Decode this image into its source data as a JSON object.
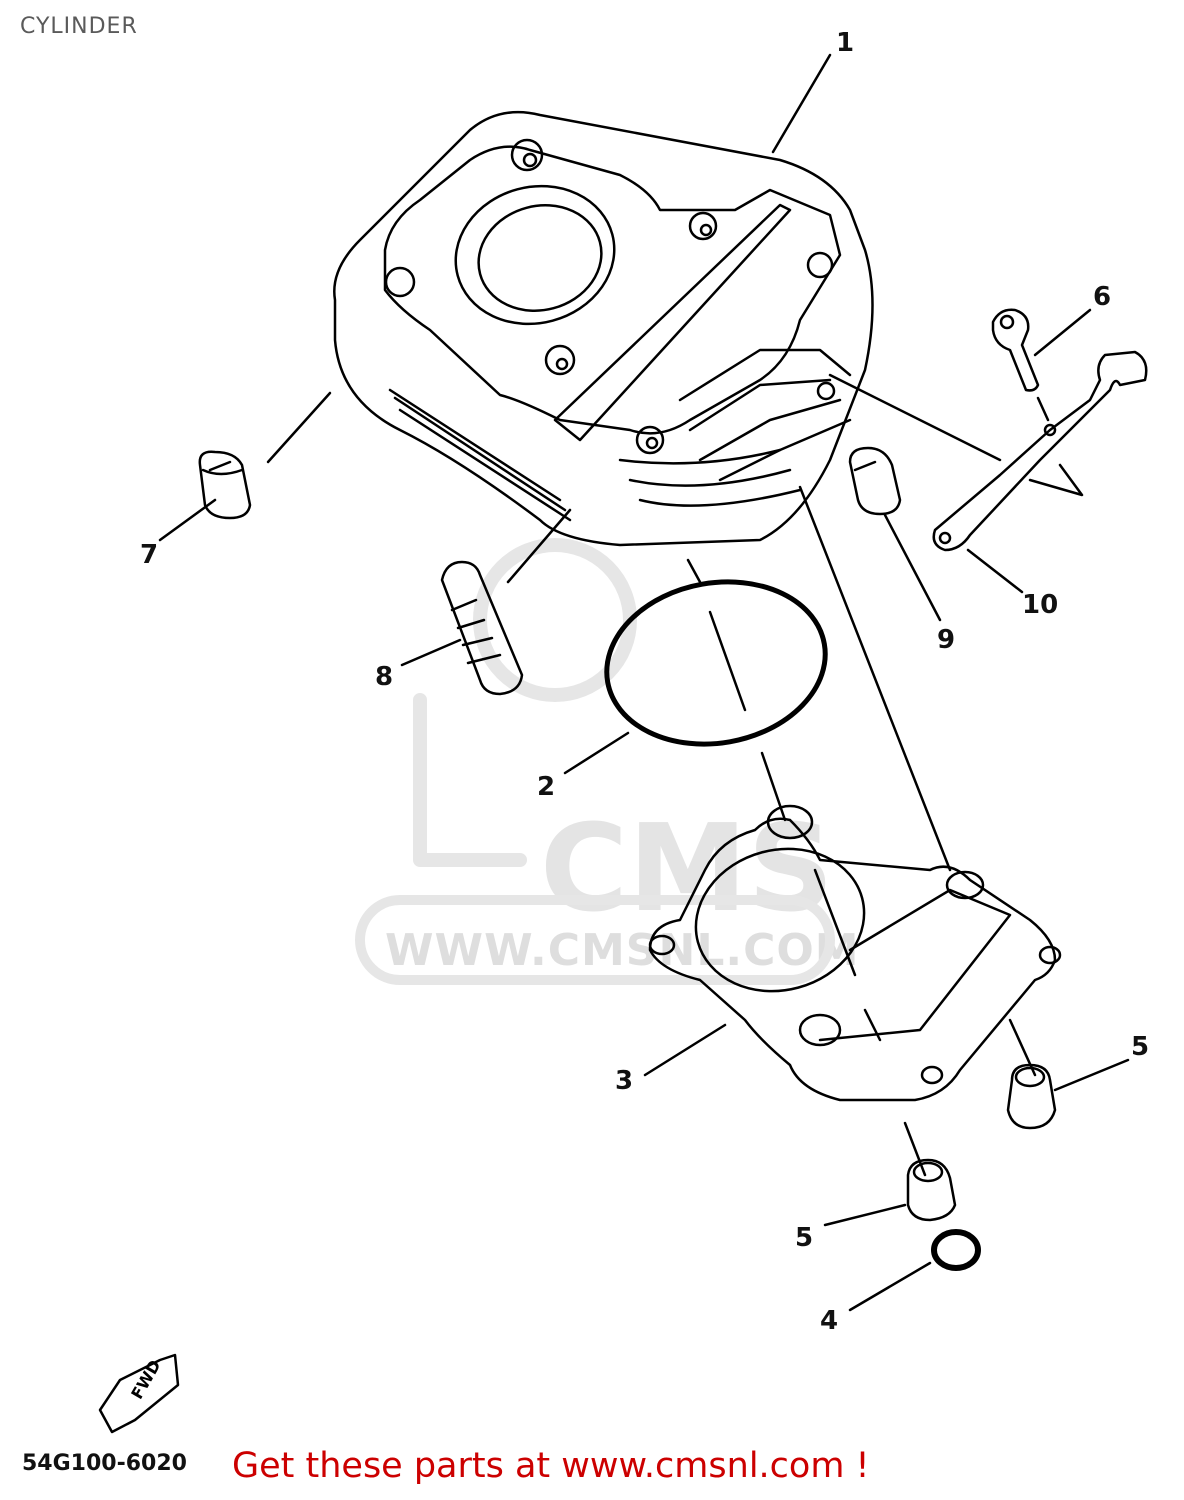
{
  "title": "CYLINDER",
  "diagram_code": "54G100-6020",
  "promo_text": "Get these parts at www.cmsnl.com !",
  "watermark": {
    "logo_text": "CMS",
    "url_text": "WWW.CMSNL.COM"
  },
  "orientation_marker": {
    "label": "FWD"
  },
  "callouts": [
    {
      "id": "1",
      "label": "1",
      "part": "cylinder"
    },
    {
      "id": "2",
      "label": "2",
      "part": "o-ring"
    },
    {
      "id": "3",
      "label": "3",
      "part": "cylinder gasket"
    },
    {
      "id": "4",
      "label": "4",
      "part": "o-ring (small)"
    },
    {
      "id": "5a",
      "label": "5",
      "part": "dowel pin"
    },
    {
      "id": "5b",
      "label": "5",
      "part": "dowel pin"
    },
    {
      "id": "6",
      "label": "6",
      "part": "bolt"
    },
    {
      "id": "7",
      "label": "7",
      "part": "plug"
    },
    {
      "id": "8",
      "label": "8",
      "part": "stud / pin"
    },
    {
      "id": "9",
      "label": "9",
      "part": "plug"
    },
    {
      "id": "10",
      "label": "10",
      "part": "bracket / holder"
    }
  ],
  "colors": {
    "line": "#000000",
    "promo": "#cc0000",
    "title": "#5a5a5a",
    "watermark": "#e0e0e0"
  }
}
